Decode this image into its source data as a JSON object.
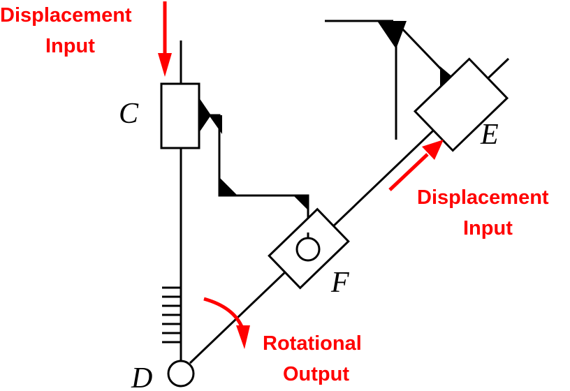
{
  "points": {
    "c": "C",
    "d": "D",
    "e": "E",
    "f": "F"
  },
  "annotations": {
    "top_left_input": [
      "Displacement",
      "Input"
    ],
    "right_input": [
      "Displacement",
      "Input"
    ],
    "rotational_output": [
      "Rotational",
      "Output"
    ]
  },
  "colors": {
    "line": "#000000",
    "annotation": "#ff0000"
  }
}
